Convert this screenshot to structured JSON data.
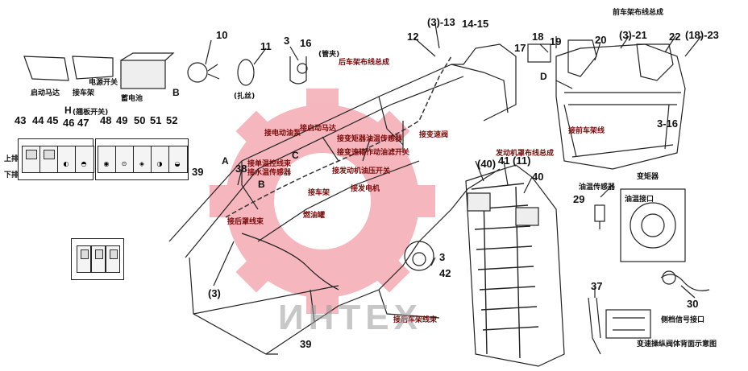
{
  "numbers": {
    "n10": "10",
    "n11": "11",
    "n3a": "3",
    "n16": "16",
    "n12": "12",
    "n3_13": "(3)-13",
    "n14_15": "14-15",
    "n17": "17",
    "n18": "18",
    "n19": "19",
    "n20": "20",
    "n3_21": "(3)-21",
    "n22": "22",
    "n18_23": "(18)-23",
    "n3_16": "3-16",
    "n43": "43",
    "n44": "44",
    "n45": "45",
    "n46": "46",
    "n47": "47",
    "n48": "48",
    "n49": "49",
    "n50": "50",
    "n51": "51",
    "n52": "52",
    "n39a": "39",
    "n38": "38",
    "n3b": "(3)",
    "n39b": "39",
    "n40a": "(40)",
    "n41": "41",
    "n11b": "(11)",
    "n40b": "40",
    "n3c": "3",
    "n42": "42",
    "n29": "29",
    "n37": "37",
    "n30": "30"
  },
  "letters": {
    "A": "A",
    "B": "B",
    "C": "C",
    "D": "D",
    "B2": "B",
    "H": "H"
  },
  "labels": {
    "start_motor": "启动马达",
    "power_switch": "电源开关",
    "frame": "接车架",
    "battery": "蓄电池",
    "panel_switch": "(翘板开关)",
    "upper_row": "上排",
    "lower_row": "下排",
    "rear_frame_harness": "后车架布线总成",
    "front_frame_harness": "前车架布线总成",
    "clamp": "(管夹)",
    "tie": "(扎丝)",
    "connect_motor_oil": "接电动油泵",
    "connect_start_motor": "接启动马达",
    "connect_torque_sensor": "接变矩器油温传感器",
    "connect_trans_pressure": "接变速箱作动油滤开关",
    "connect_trans_valve": "接变速阀",
    "connect_temp_sensor": "接单温控线束",
    "connect_water_sensor": "接水温传感器",
    "connect_engine_oil": "接发动机油压开关",
    "connect_frame2": "接车架",
    "connect_generator": "接发电机",
    "fuel_tank": "燃油罐",
    "connect_rear_harness": "接后罩线束",
    "hood_harness": "发动机罩布线总成",
    "connect_frame_front": "接前车架线",
    "connect_rear_frame": "接后车架线束",
    "oil_temp_sensor": "油温传感器",
    "torque_converter": "变矩器",
    "oil_temp_port": "油温接口",
    "side_signal": "侧档信号接口",
    "trans_back": "变速操纵阀体背面示意图",
    "watermark": "ИНТЕХ"
  },
  "switch_icons": [
    "warning-light-switch",
    "warning-light-switch",
    "flasher-switch",
    "work-light-switch",
    "head-light-switch",
    "fan-switch",
    "rotating-beacon-switch",
    "fog-light-switch",
    "rear-light-switch",
    "wiper-switch"
  ]
}
